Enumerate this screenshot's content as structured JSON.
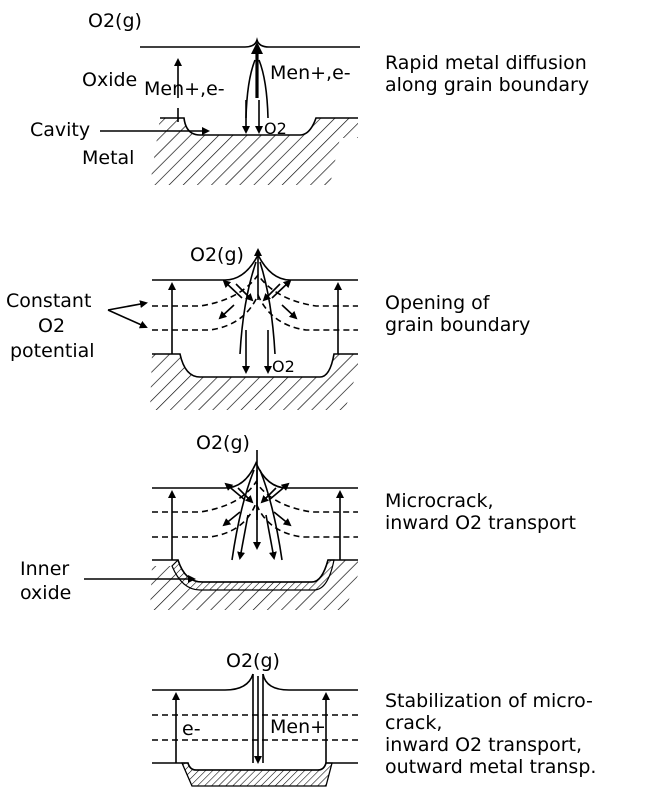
{
  "panels": [
    {
      "caption": [
        "Rapid metal diffusion",
        "along grain boundary"
      ],
      "labels": {
        "gas": "O2(g)",
        "oxide": "Oxide",
        "flux_left": "Men+,e-",
        "flux_right": "Men+,e-",
        "o2": "O2",
        "cavity": "Cavity",
        "metal": "Metal"
      }
    },
    {
      "caption": [
        "Opening of",
        "grain boundary"
      ],
      "labels": {
        "gas": "O2(g)",
        "constant_1": "Constant",
        "constant_2": "O2",
        "constant_3": "potential",
        "o2": "O2"
      }
    },
    {
      "caption": [
        "Microcrack,",
        "inward O2 transport"
      ],
      "labels": {
        "gas": "O2(g)",
        "inner_1": "Inner",
        "inner_2": "oxide"
      }
    },
    {
      "caption": [
        "Stabilization of micro-",
        "crack,",
        "inward O2 transport,",
        "outward metal transp."
      ],
      "labels": {
        "gas": "O2(g)",
        "e": "e-",
        "men": "Men+"
      }
    }
  ]
}
